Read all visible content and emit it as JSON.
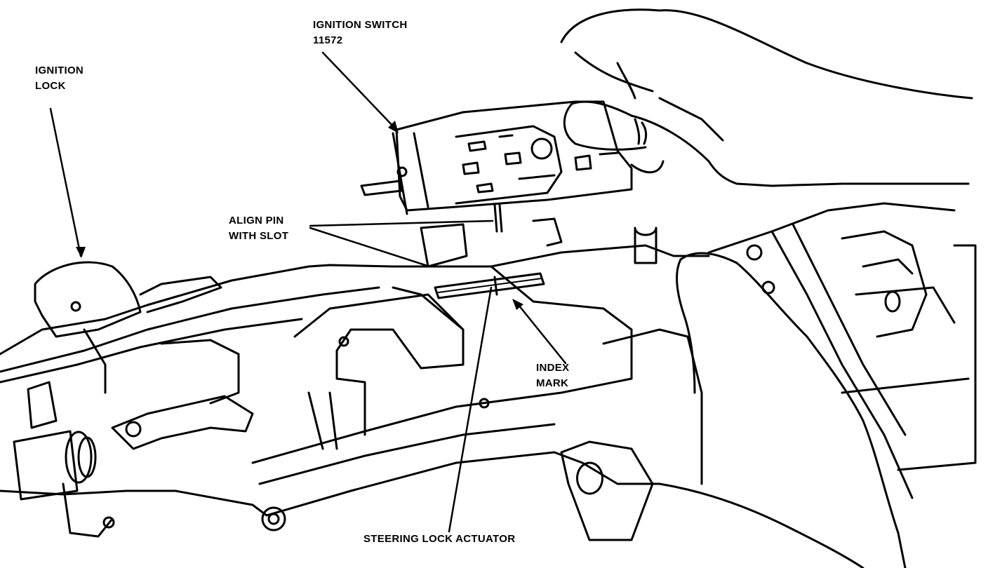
{
  "labels": {
    "ignition_lock": [
      "IGNITION",
      "LOCK"
    ],
    "ignition_switch": [
      "IGNITION SWITCH",
      "11572"
    ],
    "align_pin": [
      "ALIGN PIN",
      "WITH SLOT"
    ],
    "index_mark": [
      "INDEX",
      "MARK"
    ],
    "steering_lock_actuator": "STEERING LOCK ACTUATOR"
  },
  "colors": {
    "ink": "#000000",
    "paper": "#ffffff"
  }
}
